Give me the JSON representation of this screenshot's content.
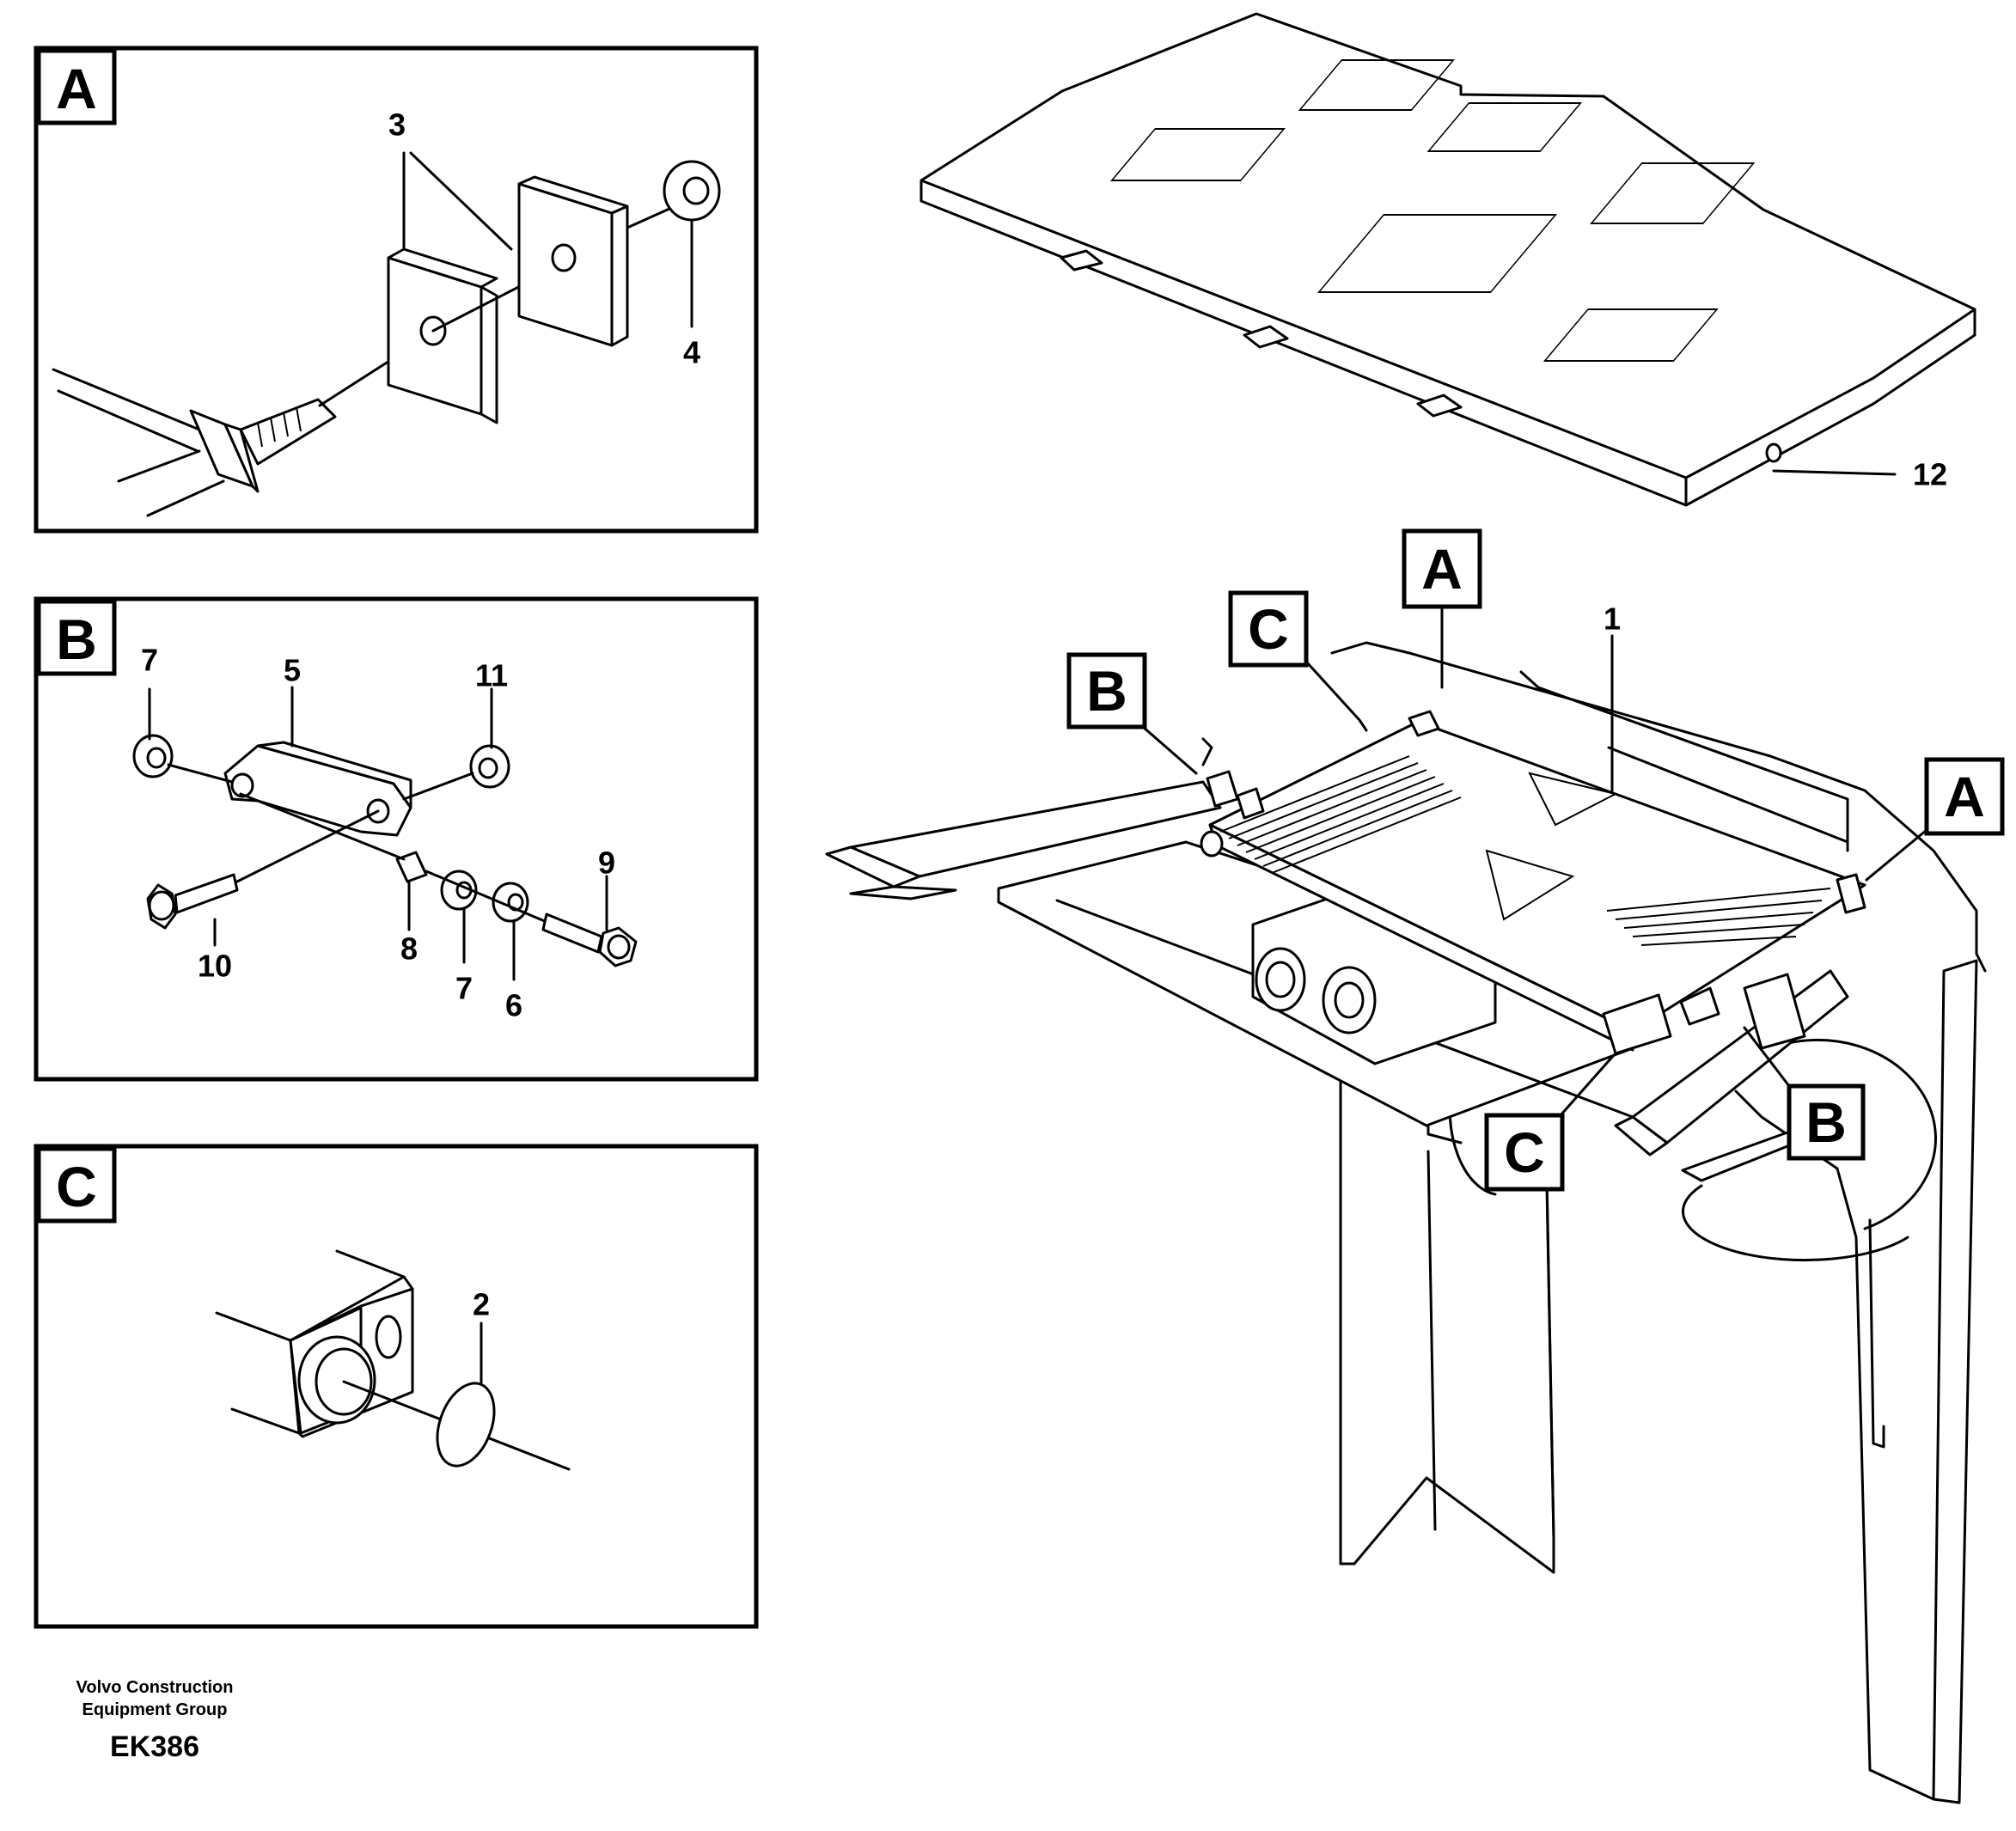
{
  "details": {
    "a": {
      "tag": "A",
      "callouts": [
        "3",
        "4"
      ]
    },
    "b": {
      "tag": "B",
      "callouts": [
        "7",
        "5",
        "11",
        "9",
        "10",
        "8",
        "7",
        "6"
      ]
    },
    "c": {
      "tag": "C",
      "callouts": [
        "2"
      ]
    }
  },
  "main_view": {
    "tags": [
      "C",
      "A",
      "B",
      "A",
      "C",
      "B"
    ],
    "callouts": [
      "12",
      "1"
    ]
  },
  "footer": {
    "company_line1": "Volvo Construction",
    "company_line2": "Equipment Group",
    "code": "EK386"
  }
}
